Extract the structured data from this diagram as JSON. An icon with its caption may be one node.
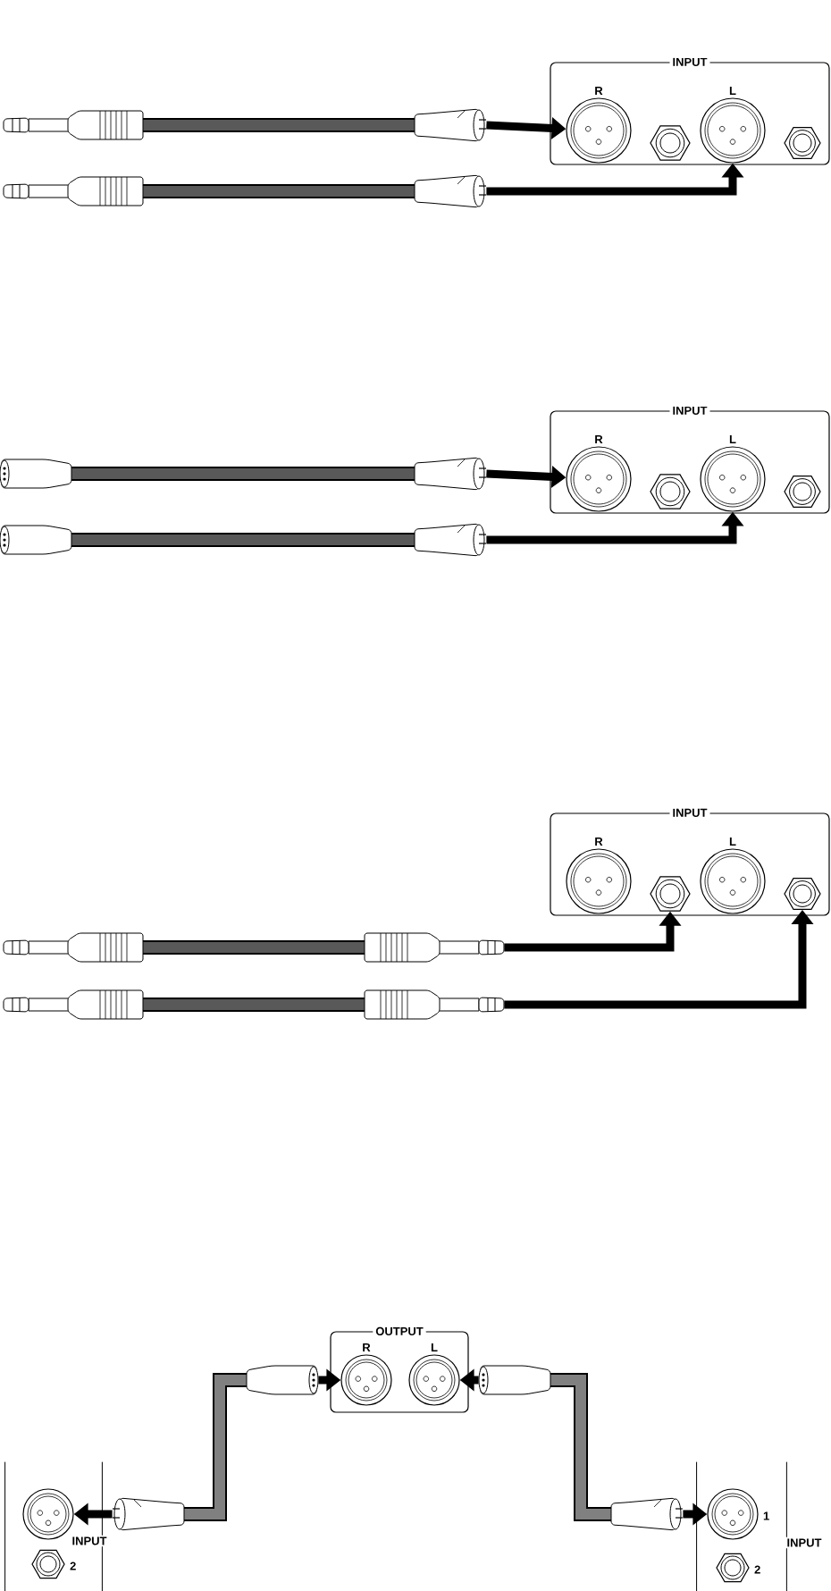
{
  "diagram": {
    "nodes": [
      {
        "text": [
          "INPUT"
        ]
      },
      {
        "text": [
          "R"
        ],
        "in": 0
      },
      {
        "text": [],
        "shape": "hexagon",
        "in": 0
      },
      {
        "text": [
          "L"
        ],
        "in": 0
      },
      {
        "text": [],
        "shape": "hexagon",
        "in": 0
      },
      {
        "text": [],
        "shape": "cable"
      },
      {
        "text": [],
        "shape": "cable"
      },
      {
        "text": [
          "INPUT"
        ]
      },
      {
        "text": [
          "R"
        ],
        "in": 7
      },
      {
        "text": [],
        "shape": "hexagon",
        "in": 7
      },
      {
        "text": [
          "L"
        ],
        "in": 7
      },
      {
        "text": [],
        "shape": "hexagon",
        "in": 7
      },
      {
        "text": [],
        "shape": "cable"
      },
      {
        "text": [],
        "shape": "cable"
      },
      {
        "text": [
          "INPUT"
        ]
      },
      {
        "text": [
          "R"
        ],
        "in": 14
      },
      {
        "text": [],
        "shape": "hexagon",
        "in": 14
      },
      {
        "text": [
          "L"
        ],
        "in": 14
      },
      {
        "text": [],
        "shape": "hexagon",
        "in": 14
      },
      {
        "text": [],
        "shape": "cable"
      },
      {
        "text": [],
        "shape": "cable"
      },
      {
        "text": [
          "OUTPUT"
        ]
      },
      {
        "text": [
          "R"
        ],
        "in": 21
      },
      {
        "text": [
          "L"
        ],
        "in": 21
      },
      {
        "text": [
          "INPUT"
        ]
      },
      {
        "text": [],
        "shape": "circle",
        "in": 24
      },
      {
        "text": [],
        "shape": "hexagon",
        "in": 24,
        "beside": [
          "2"
        ]
      },
      {
        "text": [
          "INPUT"
        ]
      },
      {
        "text": [],
        "shape": "circle",
        "in": 27,
        "beside": [
          "1"
        ]
      },
      {
        "text": [],
        "shape": "hexagon",
        "in": 27,
        "beside": [
          "2"
        ]
      },
      {
        "text": [],
        "shape": "cable"
      },
      {
        "text": [],
        "shape": "cable"
      }
    ],
    "edges": [
      {
        "from": 5,
        "to": 1,
        "arrow": "to"
      },
      {
        "from": 6,
        "to": 3,
        "arrow": "to"
      },
      {
        "from": 12,
        "to": 8,
        "arrow": "to"
      },
      {
        "from": 13,
        "to": 10,
        "arrow": "to"
      },
      {
        "from": 19,
        "to": 16,
        "arrow": "to"
      },
      {
        "from": 20,
        "to": 18,
        "arrow": "to"
      },
      {
        "from": 30,
        "to": 22,
        "arrow": "to"
      },
      {
        "from": 30,
        "to": 25,
        "arrow": "to"
      },
      {
        "from": 31,
        "to": 23,
        "arrow": "to"
      },
      {
        "from": 31,
        "to": 28,
        "arrow": "to"
      }
    ]
  }
}
